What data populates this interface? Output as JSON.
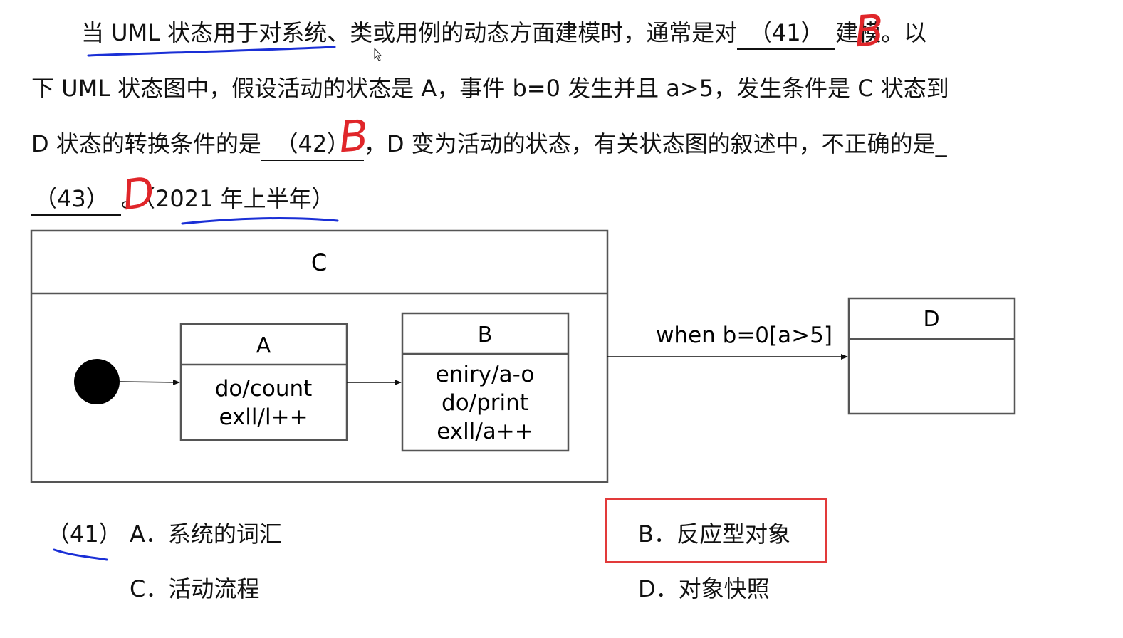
{
  "question": {
    "line1_pre": "当 UML 状态用于对系统、类或用例的动态方面建模时，通常是对",
    "blank41": "（41）",
    "line1_post": "建模。以",
    "line2": "下 UML 状态图中，假设活动的状态是 A，事件 b=0 发生并且 a>5，发生条件是 C 状态到",
    "line3_pre": "D 状态的转换条件的是",
    "blank42": "（42）",
    "line3_post": "，D 变为活动的状态，有关状态图的叙述中，不正确的是_",
    "blank43": "（43）",
    "line4_post": "。（2021 年上半年）"
  },
  "diagram": {
    "composite_state": "C",
    "state_a": {
      "name": "A",
      "actions": [
        "do/count",
        "exll/l++"
      ]
    },
    "state_b": {
      "name": "B",
      "actions": [
        "eniry/a-o",
        "do/print",
        "exll/a++"
      ]
    },
    "state_d": {
      "name": "D"
    },
    "transition_label": "when b=0[a>5]"
  },
  "options": {
    "number": "（41）",
    "a": "A．系统的词汇",
    "b": "B．反应型对象",
    "c": "C．活动流程",
    "d": "D．对象快照"
  },
  "annotations": {
    "mark41": "B",
    "mark42": "B",
    "mark43": "D",
    "pen_color": "#e0262a",
    "underline_color": "#1a2fd6",
    "highlight_color": "#e23a3a"
  }
}
